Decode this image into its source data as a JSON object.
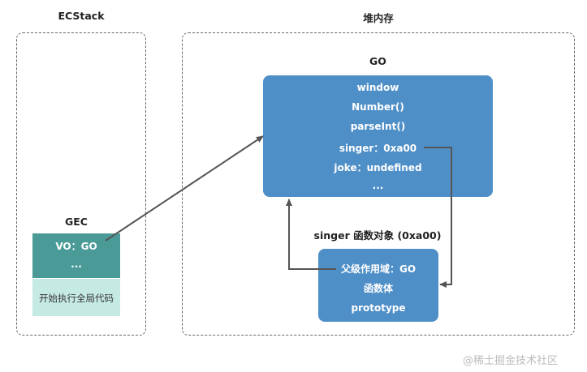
{
  "ecstack": {
    "title": "ECStack",
    "gec": {
      "label": "GEC",
      "vo": "VO：GO",
      "ellipsis": "...",
      "code": "开始执行全局代码"
    }
  },
  "heap": {
    "title": "堆内存",
    "go": {
      "label": "GO",
      "rows": [
        "window",
        "Number()",
        "parseInt()",
        "singer：0xa00",
        "joke：undefined",
        "..."
      ]
    },
    "singer_func": {
      "label": "singer 函数对象 (0xa00)",
      "rows": [
        "父级作用域：GO",
        "函数体",
        "prototype"
      ]
    }
  },
  "colors": {
    "go_fill": "#4f8fc7",
    "vo_fill": "#4a9b98",
    "code_fill": "#c5e9e3",
    "arrow": "#555555"
  },
  "watermark": "@稀土掘金技术社区"
}
